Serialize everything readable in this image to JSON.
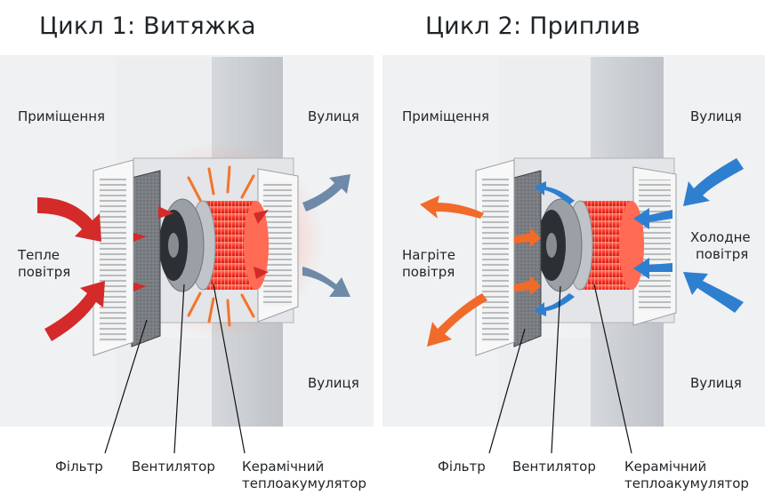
{
  "panels": [
    {
      "title": "Цикл 1: Витяжка",
      "room_label": "Приміщення",
      "street_top_label": "Вулиця",
      "street_bottom_label": "Вулиця",
      "air_label_line1": "Тепле",
      "air_label_line2": "повітря",
      "filter_label": "Фільтр",
      "fan_label": "Вентилятор",
      "accumulator_line1": "Керамічний",
      "accumulator_line2": "теплоакумулятор"
    },
    {
      "title": "Цикл 2: Приплив",
      "room_label": "Приміщення",
      "street_top_label": "Вулиця",
      "street_bottom_label": "Вулиця",
      "warmed_air_line1": "Нагріте",
      "warmed_air_line2": "повітря",
      "cold_air_line1": "Холодне",
      "cold_air_line2": "повітря",
      "filter_label": "Фільтр",
      "fan_label": "Вентилятор",
      "accumulator_line1": "Керамічний",
      "accumulator_line2": "теплоакумулятор"
    }
  ],
  "colors": {
    "warm_arrow": "#d42a2a",
    "warmed_arrow": "#f26a2a",
    "cold_arrow": "#2f7fd0",
    "outgoing_arrow": "#6f8aa8",
    "accumulator": "#ff4a3a",
    "wall": "#c9ccd0",
    "background": "#f1f2f4"
  }
}
